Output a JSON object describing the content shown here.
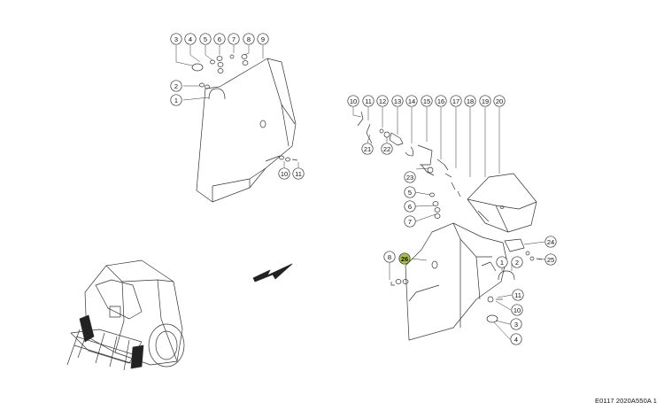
{
  "diagram": {
    "document_code": "E0117 2020A550A 1",
    "highlight_color": "#a8c23a",
    "upper_left_callouts": [
      "3",
      "4",
      "5",
      "6",
      "7",
      "8",
      "9",
      "2",
      "1",
      "10",
      "11"
    ],
    "right_top_callouts": [
      "10",
      "11",
      "12",
      "13",
      "14",
      "15",
      "16",
      "17",
      "18",
      "19",
      "20",
      "21",
      "22",
      "23"
    ],
    "right_left_callouts": [
      "5",
      "6",
      "7",
      "8",
      "26"
    ],
    "right_side_callouts": [
      "24",
      "25",
      "1",
      "2",
      "11",
      "10",
      "3",
      "4"
    ]
  }
}
